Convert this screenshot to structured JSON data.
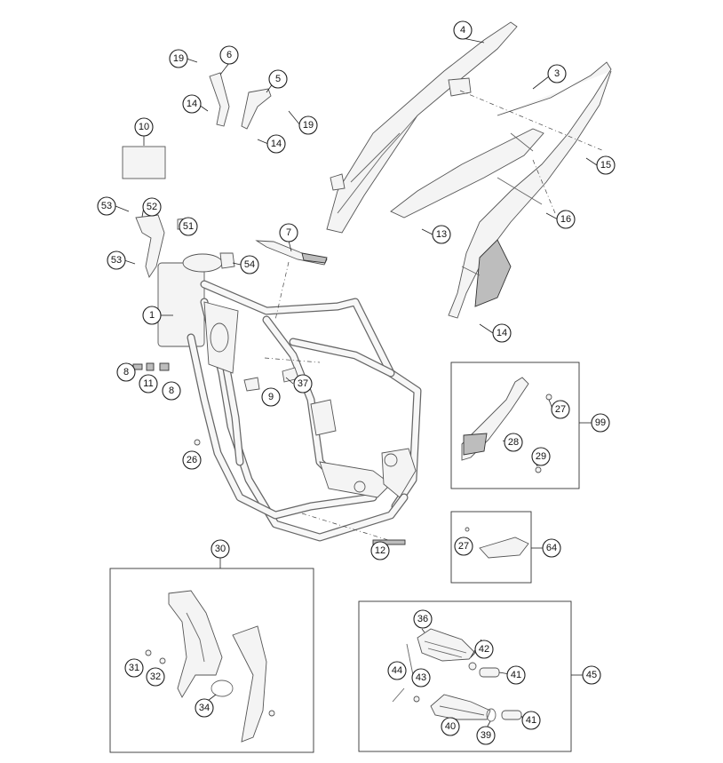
{
  "callouts": {
    "c1": "1",
    "c3": "3",
    "c4": "4",
    "c5": "5",
    "c6": "6",
    "c7": "7",
    "c8": "8",
    "c8b": "8",
    "c9": "9",
    "c10": "10",
    "c11": "11",
    "c12": "12",
    "c13": "13",
    "c14a": "14",
    "c14b": "14",
    "c14c": "14",
    "c15": "15",
    "c16": "16",
    "c19a": "19",
    "c19b": "19",
    "c26": "26",
    "c27a": "27",
    "c27b": "27",
    "c28": "28",
    "c29": "29",
    "c30": "30",
    "c31": "31",
    "c32": "32",
    "c34": "34",
    "c36": "36",
    "c37": "37",
    "c39": "39",
    "c40": "40",
    "c41a": "41",
    "c41b": "41",
    "c42": "42",
    "c43": "43",
    "c44": "44",
    "c45": "45",
    "c51": "51",
    "c52": "52",
    "c53a": "53",
    "c53b": "53",
    "c54": "54",
    "c64": "64",
    "c99": "99"
  }
}
